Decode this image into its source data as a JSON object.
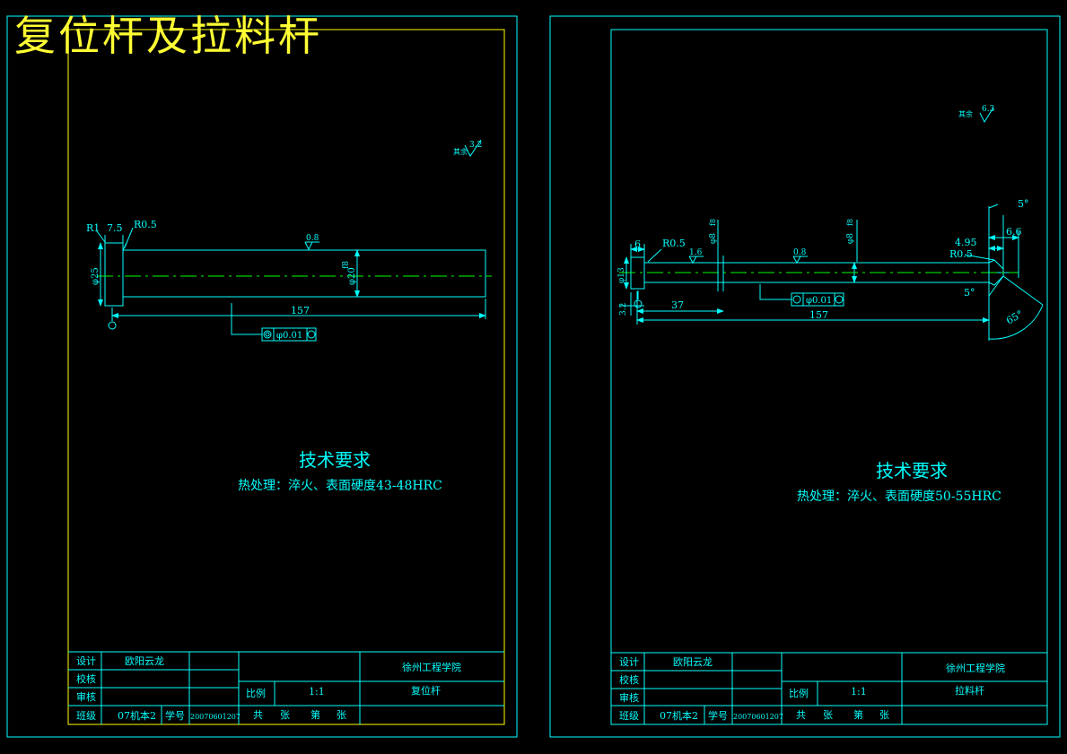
{
  "title": "复位杆及拉料杆",
  "colors": {
    "background": "#000000",
    "lines": "#00ffff",
    "inner_frame": "#ffff00",
    "centerline": "#00ff00",
    "title": "#ffff33"
  },
  "left": {
    "dims": {
      "r1": "R1",
      "head_w": "7.5",
      "fillet": "R0.5",
      "dia_head": "φ25",
      "dia_shaft": "φ20",
      "fit": "f8",
      "length": "157",
      "surface": "0.8",
      "other_surface": "其余",
      "other_val": "3.2",
      "tolerance": "φ0.01"
    },
    "tech_title": "技术要求",
    "tech_text": "热处理：淬火、表面硬度43-48HRC",
    "tb": {
      "designer_label": "设计",
      "designer": "欧阳云龙",
      "proof_label": "校核",
      "review_label": "审核",
      "class_label": "班级",
      "class_val": "07机本2",
      "id_label": "学号",
      "id_val": "20070601207",
      "school": "徐州工程学院",
      "scale_label": "比例",
      "scale_val": "1:1",
      "part": "复位杆",
      "total": "共",
      "sheet": "张",
      "no": "第",
      "sheet2": "张"
    }
  },
  "right": {
    "dims": {
      "head_w": "6",
      "fillet": "R0.5",
      "dia_head": "φ13",
      "offset": "3.2",
      "len1": "37",
      "length": "157",
      "surf1": "1.6",
      "surf2": "0.8",
      "dia1": "φ8",
      "fit1": "f8",
      "dia2": "φ8",
      "fit2": "f8",
      "r_end": "R0.5",
      "d495": "4.95",
      "d66": "6.6",
      "ang1": "5°",
      "ang2": "5°",
      "ang3": "65°",
      "other_surface": "其余",
      "other_val": "6.3",
      "tolerance": "φ0.01"
    },
    "tech_title": "技术要求",
    "tech_text": "热处理：淬火、表面硬度50-55HRC",
    "tb": {
      "designer_label": "设计",
      "designer": "欧阳云龙",
      "proof_label": "校核",
      "review_label": "审核",
      "class_label": "班级",
      "class_val": "07机本2",
      "id_label": "学号",
      "id_val": "20070601207",
      "school": "徐州工程学院",
      "scale_label": "比例",
      "scale_val": "1:1",
      "part": "拉料杆",
      "total": "共",
      "sheet": "张",
      "no": "第",
      "sheet2": "张"
    }
  }
}
